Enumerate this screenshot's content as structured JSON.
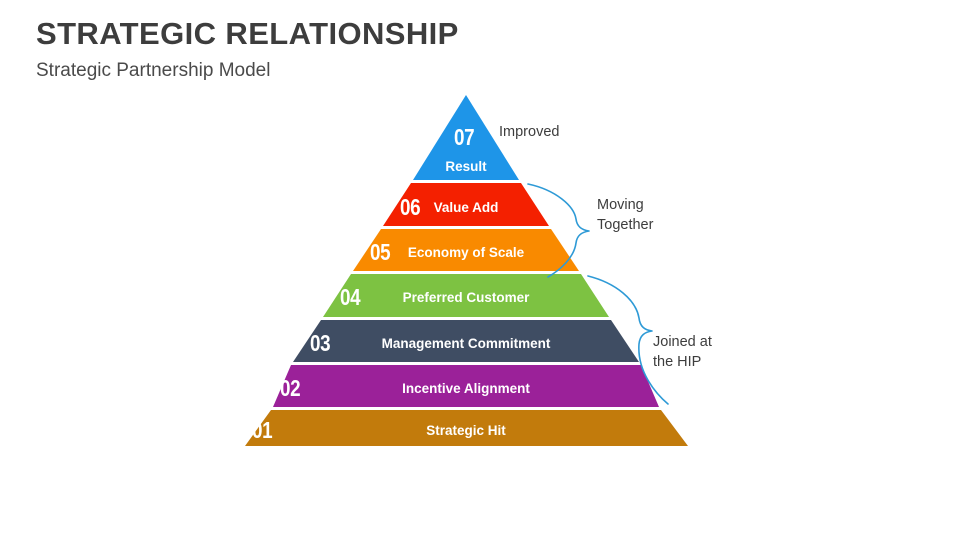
{
  "header": {
    "title": "STRATEGIC RELATIONSHIP",
    "subtitle": "Strategic Partnership Model"
  },
  "chart_data": {
    "type": "pyramid",
    "title": "STRATEGIC RELATIONSHIP",
    "subtitle": "Strategic Partnership Model",
    "orientation": "apex-up",
    "level_count": 7,
    "levels": [
      {
        "number": "07",
        "label": "Result",
        "color": "#1e95e8",
        "rank": 7
      },
      {
        "number": "06",
        "label": "Value Add",
        "color": "#f42000",
        "rank": 6
      },
      {
        "number": "05",
        "label": "Economy of Scale",
        "color": "#f98a00",
        "rank": 5
      },
      {
        "number": "04",
        "label": "Preferred Customer",
        "color": "#7dc242",
        "rank": 4
      },
      {
        "number": "03",
        "label": "Management Commitment",
        "color": "#3f4d63",
        "rank": 3
      },
      {
        "number": "02",
        "label": "Incentive Alignment",
        "color": "#9b2199",
        "rank": 2
      },
      {
        "number": "01",
        "label": "Strategic Hit",
        "color": "#c27b0c",
        "rank": 1
      }
    ],
    "annotations": [
      {
        "text": "Improved",
        "spans": [
          "07"
        ],
        "has_bracket": false
      },
      {
        "text": "Moving\nTogether",
        "spans": [
          "06",
          "05"
        ],
        "has_bracket": true
      },
      {
        "text": "Joined at\nthe HIP",
        "spans": [
          "04",
          "03",
          "02"
        ],
        "has_bracket": true
      }
    ],
    "bracket_color": "#2e9ad6"
  }
}
